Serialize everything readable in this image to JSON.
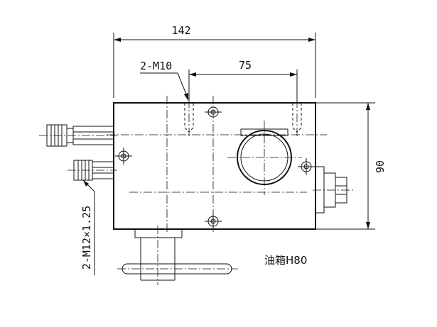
{
  "dimensions": {
    "overall_width": "142",
    "hole_spacing": "75",
    "height": "90"
  },
  "callouts": {
    "thread_top": "2-M10",
    "thread_side": "2-M12×1.25",
    "tank_note": "油箱H80"
  }
}
